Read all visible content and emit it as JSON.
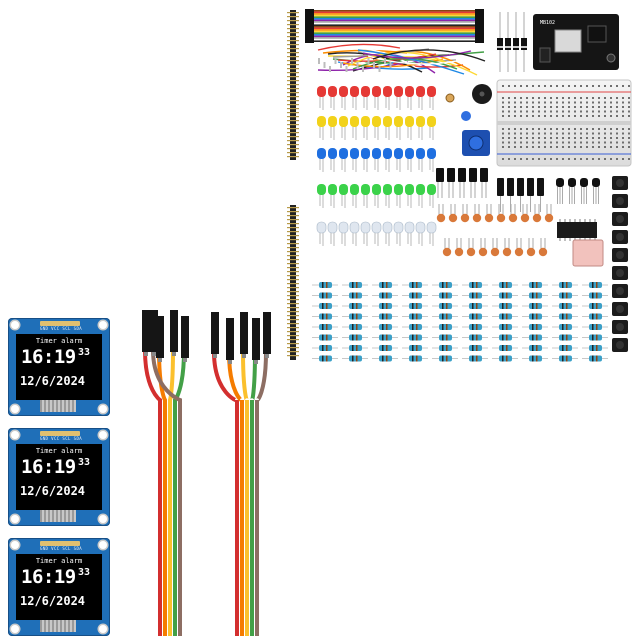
{
  "oled_displays": [
    {
      "title": "Timer alarm",
      "pins": "GND VCC SCL SDA",
      "hours_minutes": "16:19",
      "seconds": "33",
      "date": "12/6/2024"
    },
    {
      "title": "Timer alarm",
      "pins": "GND VCC SCL SDA",
      "hours_minutes": "16:19",
      "seconds": "33",
      "date": "12/6/2024"
    },
    {
      "title": "Timer alarm",
      "pins": "GND VCC SCL SDA",
      "hours_minutes": "16:19",
      "seconds": "33",
      "date": "12/6/2024"
    }
  ],
  "breadboard_power_module_label": "MB102",
  "colors": {
    "oled_board": "#1f6fb8",
    "led_red": "#e53935",
    "led_yellow": "#f2d21b",
    "led_blue": "#1f6fe0",
    "led_green": "#3bd24a",
    "resistor_body": "#3aa0c8",
    "ceramic_capacitor": "#d9793a",
    "wire_colors": [
      "#d32f2f",
      "#f57c00",
      "#fbc02d",
      "#43a047",
      "#8d6e63"
    ]
  }
}
